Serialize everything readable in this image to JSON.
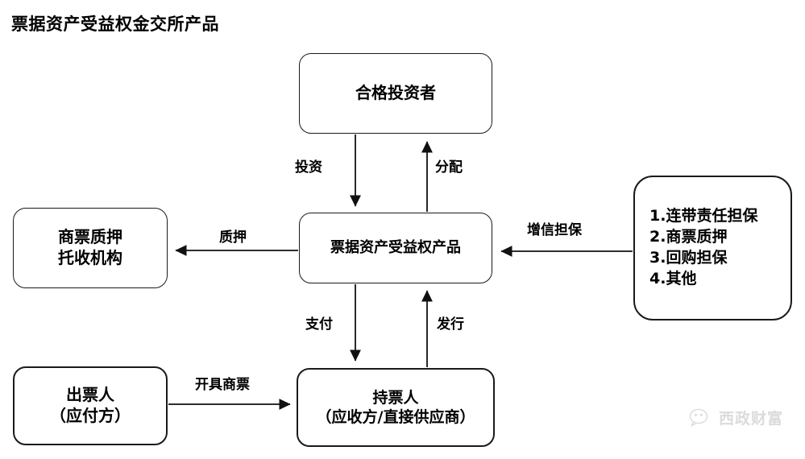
{
  "title": "票据资产受益权金交所产品",
  "diagram": {
    "type": "flowchart",
    "nodes": [
      {
        "id": "investor",
        "label": "合格投资者",
        "position": "top-center"
      },
      {
        "id": "product",
        "label": "票据资产受益权产品",
        "position": "center"
      },
      {
        "id": "custody",
        "label": "商票质押\n托收机构",
        "position": "middle-left"
      },
      {
        "id": "credit",
        "label": "1.连带责任担保\n2.商票质押\n3.回购担保\n4.其他",
        "position": "middle-right"
      },
      {
        "id": "drawer",
        "label": "出票人\n（应付方）",
        "position": "bottom-left"
      },
      {
        "id": "holder",
        "label": "持票人\n（应收方/直接供应商）",
        "position": "bottom-center"
      }
    ],
    "edges": [
      {
        "id": "invest",
        "label": "投资",
        "from": "investor",
        "to": "product",
        "direction": "down"
      },
      {
        "id": "distribute",
        "label": "分配",
        "from": "product",
        "to": "investor",
        "direction": "up"
      },
      {
        "id": "pledge",
        "label": "质押",
        "from": "product",
        "to": "custody",
        "direction": "left"
      },
      {
        "id": "credit_guarantee",
        "label": "增信担保",
        "from": "credit",
        "to": "product",
        "direction": "left"
      },
      {
        "id": "pay",
        "label": "支付",
        "from": "product",
        "to": "holder",
        "direction": "down"
      },
      {
        "id": "issue",
        "label": "发行",
        "from": "holder",
        "to": "product",
        "direction": "up"
      },
      {
        "id": "draft",
        "label": "开具商票",
        "from": "drawer",
        "to": "holder",
        "direction": "right"
      }
    ]
  },
  "watermark": {
    "text": "西政财富",
    "icon": "wechat-icon",
    "color": "#8a8a8a"
  },
  "colors": {
    "background": "#ffffff",
    "stroke": "#1a1a1a",
    "text": "#000000"
  }
}
